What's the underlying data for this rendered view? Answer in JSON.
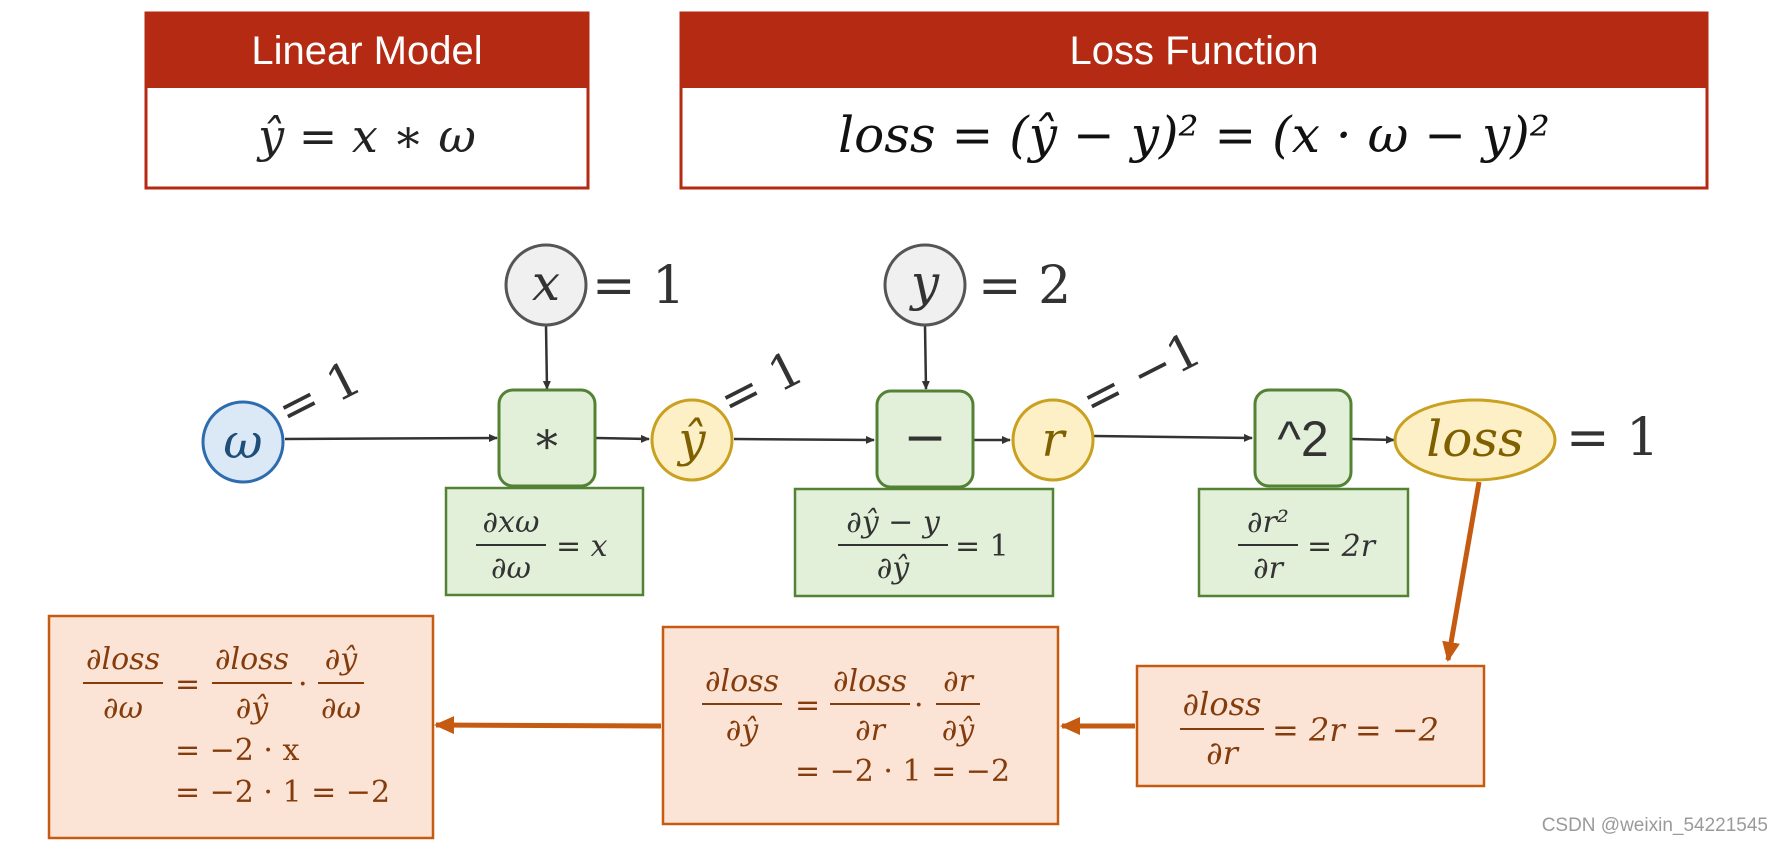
{
  "header": {
    "linear_model": {
      "title": "Linear Model",
      "formula": "ŷ = x ∗ ω"
    },
    "loss_function": {
      "title": "Loss Function",
      "formula": "loss = (ŷ − y)² = (x · ω − y)²"
    }
  },
  "nodes": {
    "omega": {
      "label": "ω",
      "value_label": "= 1"
    },
    "x": {
      "label": "x",
      "value_label": "= 1"
    },
    "y": {
      "label": "y",
      "value_label": "= 2"
    },
    "yhat": {
      "label": "ŷ",
      "value_label": "= 1"
    },
    "r": {
      "label": "r",
      "value_label": "= −1"
    },
    "loss": {
      "label": "loss",
      "value_label": "= 1"
    }
  },
  "operators": {
    "multiply": "∗",
    "subtract": "−",
    "square": "^2"
  },
  "local_grads": {
    "multiply": {
      "num": "∂xω",
      "den": "∂ω",
      "rhs": "= x"
    },
    "subtract": {
      "num": "∂ŷ − y",
      "den": "∂ŷ",
      "rhs": "= 1"
    },
    "square": {
      "num": "∂r²",
      "den": "∂r",
      "rhs": "= 2r"
    }
  },
  "backprop": {
    "dloss_dr": {
      "num": "∂loss",
      "den": "∂r",
      "rhs": "= 2r = −2"
    },
    "dloss_dyhat": {
      "lhs_num": "∂loss",
      "lhs_den": "∂ŷ",
      "eq": "=",
      "t1_num": "∂loss",
      "t1_den": "∂r",
      "dot": "·",
      "t2_num": "∂r",
      "t2_den": "∂ŷ",
      "line2": "= −2 · 1 = −2"
    },
    "dloss_domega": {
      "lhs_num": "∂loss",
      "lhs_den": "∂ω",
      "eq": "=",
      "t1_num": "∂loss",
      "t1_den": "∂ŷ",
      "dot": "·",
      "t2_num": "∂ŷ",
      "t2_den": "∂ω",
      "line2": "= −2 · x",
      "line3": "= −2 · 1 = −2"
    }
  },
  "watermark": "CSDN @weixin_54221545",
  "colors": {
    "header_red": "#b52a12",
    "blue_fill": "#dbe8f5",
    "blue_stroke": "#2e6cb0",
    "gray_fill": "#f0f0f0",
    "gray_stroke": "#555555",
    "yellow_fill": "#fdf0c6",
    "yellow_stroke": "#c9a020",
    "green_fill": "#e2f0d9",
    "green_stroke": "#548235",
    "orange_fill": "#fbe3d5",
    "orange_stroke": "#c55a11"
  }
}
